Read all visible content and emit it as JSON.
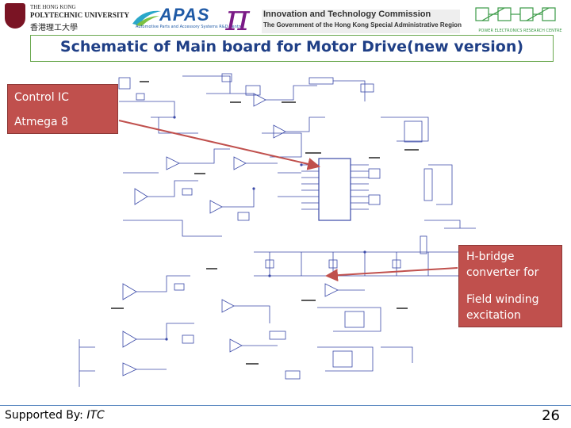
{
  "header": {
    "polyu": {
      "line1": "THE HONG KONG",
      "line2": "POLYTECHNIC UNIVERSITY",
      "line3": "香港理工大學"
    },
    "apas": {
      "word": "APAS",
      "sub": "Automotive Parts and Accessory Systems R&D Centre"
    },
    "itc": {
      "symbol": "π",
      "line1": "Innovation and Technology Commission",
      "line2": "The Government of the Hong Kong Special Administrative Region"
    },
    "perc": {
      "text": "POWER ELECTRONICS RESEARCH CENTRE"
    }
  },
  "title": "Schematic of Main board for  Motor Drive(new version)",
  "callouts": {
    "control_ic": {
      "line1": "Control IC",
      "line2": "Atmega 8"
    },
    "hbridge": {
      "line1": "H-bridge",
      "line2": "converter for",
      "line3": "Field winding",
      "line4": "excitation"
    }
  },
  "footer": {
    "supported_prefix": "Supported By: ",
    "supported_org": "ITC",
    "page": "26"
  },
  "colors": {
    "title": "#1f3f86",
    "callout_bg": "#c0504d",
    "callout_text": "#ffffff",
    "arrow": "#c0504d",
    "title_border": "#6aa84f",
    "footer_rule": "#4f81bd"
  }
}
